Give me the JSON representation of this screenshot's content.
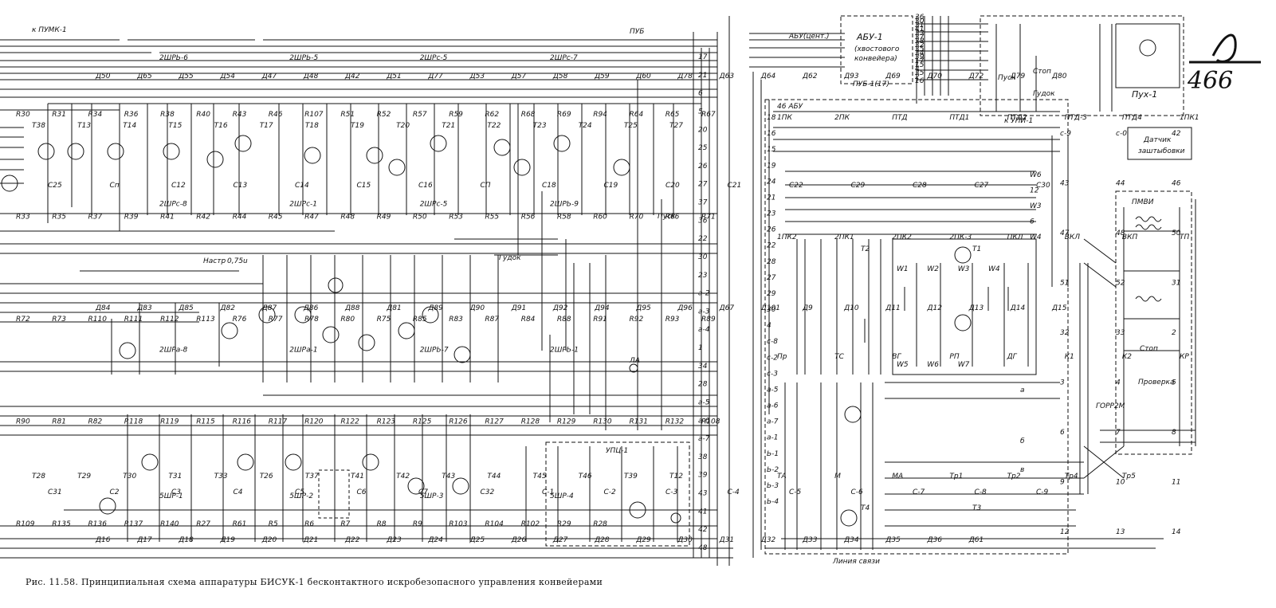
{
  "caption": "Рис. 11.58. Принципиальная схема аппаратуры БИСУК-1 бесконтактного искробезопасного управления конвейерами",
  "sheet_number": "466",
  "blocks": {
    "abu1_title": "АБУ-1",
    "abu1_sub1": "(хвостового",
    "abu1_sub2": "конвейера)",
    "abu_inner": "46 АБУ",
    "pux1": "Пух-1",
    "upts1": "УПЦ-1",
    "k_upi": "к УПИ-1",
    "sensor1": "Датчик",
    "sensor2": "заштыбовки",
    "pmvi": "ПМВИ",
    "line": "Линия связи",
    "pumk": "к ПУМК-1",
    "pub": "ПУБ",
    "abu_cent": "АБУ(цент.)",
    "pub_ref": "ПУБ-1(17)",
    "gorr": "ГОРР2М"
  },
  "controls": {
    "pusk": "Пуск",
    "stop": "Стоп",
    "gudok": "Гудок",
    "proverka": "Проверка",
    "stop2": "Стоп"
  },
  "connectors": [
    "2ШРЬ-6",
    "2ШРЬ-5",
    "2ШРс-5",
    "2ШРс-7",
    "2ШРс-8",
    "2ШРс-1",
    "2ШРс-5",
    "2ШРЬ-9",
    "2ШРа-8",
    "2ШРа-1",
    "2ШРЬ-7",
    "2ШРЬ-1",
    "5ШР-1",
    "5ШР-2",
    "5ШР-3",
    "5ШР-4"
  ],
  "transistors_left": [
    "Т38",
    "Т13",
    "Т14",
    "Т15",
    "Т16",
    "Т17",
    "Т18",
    "Т19",
    "Т20",
    "Т21",
    "Т22",
    "Т23",
    "Т24",
    "Т25",
    "Т27",
    "Т28",
    "Т29",
    "Т30",
    "Т31",
    "Т33",
    "Т26",
    "Т37",
    "Т41",
    "Т42",
    "Т43",
    "Т44",
    "Т45",
    "Т46",
    "Т39",
    "Т12"
  ],
  "transistors_right": [
    "Т1",
    "Т2",
    "Т3",
    "Т4"
  ],
  "resistors": [
    "R30",
    "R31",
    "R34",
    "R36",
    "R38",
    "R40",
    "R43",
    "R46",
    "R107",
    "R51",
    "R52",
    "R57",
    "R59",
    "R62",
    "R68",
    "R69",
    "R94",
    "R64",
    "R65",
    "R67",
    "R33",
    "R35",
    "R37",
    "R39",
    "R41",
    "R42",
    "R44",
    "R45",
    "R47",
    "R48",
    "R49",
    "R50",
    "R53",
    "R55",
    "R56",
    "R58",
    "R60",
    "R70",
    "R66",
    "R71",
    "R72",
    "R73",
    "R110",
    "R111",
    "R112",
    "R113",
    "R76",
    "R77",
    "R78",
    "R80",
    "R75",
    "R85",
    "R83",
    "R87",
    "R84",
    "R88",
    "R91",
    "R92",
    "R93",
    "R89",
    "R90",
    "R81",
    "R82",
    "R118",
    "R119",
    "R115",
    "R116",
    "R117",
    "R120",
    "R122",
    "R123",
    "R125",
    "R126",
    "R127",
    "R128",
    "R129",
    "R130",
    "R131",
    "R132",
    "R108",
    "R109",
    "R135",
    "R136",
    "R137",
    "R140",
    "R27",
    "R61",
    "R5",
    "R6",
    "R7",
    "R8",
    "R9",
    "R103",
    "R104",
    "R102",
    "R29",
    "R28"
  ],
  "diodes": [
    "Д50",
    "Д65",
    "Д55",
    "Д54",
    "Д47",
    "Д48",
    "Д42",
    "Д51",
    "Д77",
    "Д53",
    "Д57",
    "Д58",
    "Д59",
    "Д60",
    "Д78",
    "Д63",
    "Д64",
    "Д62",
    "Д93",
    "Д69",
    "Д70",
    "Д72",
    "Д79",
    "Д80",
    "Д84",
    "Д83",
    "Д85",
    "Д82",
    "Д87",
    "Д86",
    "Д88",
    "Д81",
    "Д89",
    "Д90",
    "Д91",
    "Д92",
    "Д94",
    "Д95",
    "Д96",
    "Д67",
    "Д101",
    "Д9",
    "Д10",
    "Д11",
    "Д12",
    "Д13",
    "Д14",
    "Д15",
    "Д16",
    "Д17",
    "Д18",
    "Д19",
    "Д20",
    "Д21",
    "Д22",
    "Д23",
    "Д24",
    "Д25",
    "Д26",
    "Д27",
    "Д28",
    "Д29",
    "Д30",
    "Д31",
    "Д32",
    "Д33",
    "Д34",
    "Д35",
    "Д36",
    "Д61"
  ],
  "capacitors": [
    "С25",
    "Сп",
    "С12",
    "С13",
    "С14",
    "С15",
    "С16",
    "СП",
    "С18",
    "С19",
    "С20",
    "С21",
    "С22",
    "С29",
    "С28",
    "С27",
    "С30",
    "С31",
    "С2",
    "С3",
    "С4",
    "С5",
    "С6",
    "С7",
    "С32",
    "С-1",
    "С-2",
    "С-3",
    "С-4",
    "С-5",
    "С-6",
    "С-7",
    "С-8",
    "С-9"
  ],
  "relays": [
    "1ПК",
    "2ПК",
    "ПТД",
    "ПТД1",
    "ПТД2",
    "ПТД-3",
    "ПТД4",
    "1ПК1",
    "1ПК2",
    "2ПК1",
    "2ПК2",
    "2ПК-3",
    "ПКЛ",
    "ВКЛ",
    "ВКП",
    "ТП",
    "Пр",
    "ТС",
    "ВГ",
    "РП",
    "ДГ",
    "К1",
    "К2",
    "КР",
    "ТА",
    "М",
    "МА",
    "Тр1",
    "Тр2",
    "Тр4",
    "Тр5"
  ],
  "windings": [
    "W1",
    "W2",
    "W3",
    "W4",
    "W5",
    "W6",
    "W7"
  ],
  "terminals_left_col": [
    "17",
    "21",
    "6",
    "5",
    "20",
    "25",
    "26",
    "27",
    "37",
    "36",
    "22",
    "30",
    "23",
    "а-2",
    "а-3",
    "а-4",
    "1",
    "34",
    "28",
    "а-5",
    "а-6",
    "а-7",
    "38",
    "39",
    "43",
    "41",
    "42",
    "48"
  ],
  "terminals_right_col": [
    "18",
    "16",
    "15",
    "19",
    "24",
    "21",
    "23",
    "26",
    "22",
    "28",
    "27",
    "29",
    "30",
    "4",
    "с-8",
    "с-2",
    "с-3",
    "а-5",
    "а-6",
    "а-7",
    "а-1",
    "Ь-1",
    "Ь-2",
    "Ь-3",
    "Ь-4"
  ],
  "terminals_abu1": [
    "36",
    "30",
    "31",
    "41",
    "33",
    "37",
    "38",
    "32",
    "35",
    "34",
    "39",
    "17",
    "15",
    "4",
    "35",
    "2",
    "16"
  ],
  "bus_labels": [
    "W6",
    "12",
    "W3",
    "6",
    "W4"
  ],
  "misc_labels": [
    "Настр",
    "0,75u",
    "ПБ",
    "Пр",
    "ЛА",
    "а",
    "б",
    "в",
    "с-9",
    "с-0",
    "42",
    "43",
    "44",
    "46",
    "47",
    "48",
    "50",
    "51",
    "52",
    "31",
    "32",
    "33",
    "2",
    "3",
    "4",
    "5",
    "6",
    "7",
    "8",
    "9",
    "10",
    "11",
    "12",
    "13",
    "14"
  ]
}
